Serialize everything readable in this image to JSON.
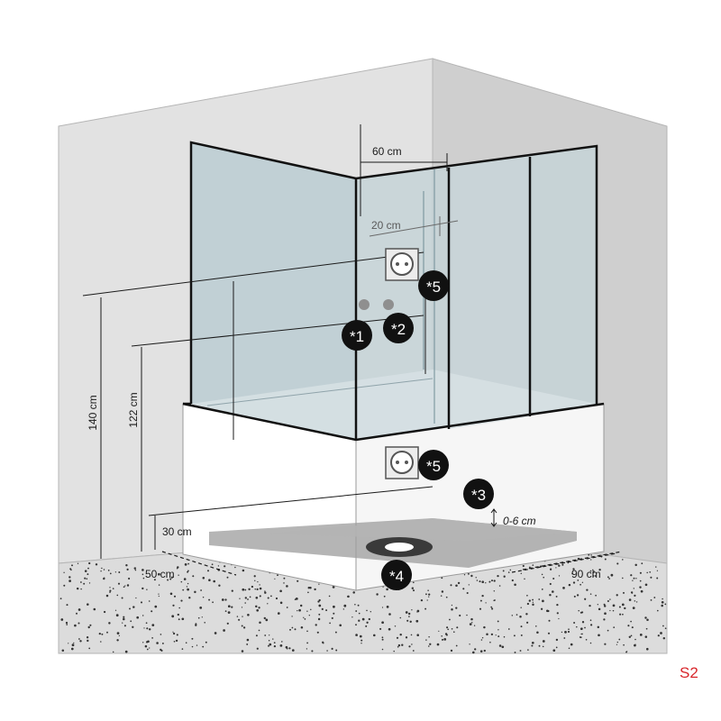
{
  "dimensions": {
    "width_top": "60 cm",
    "offset_socket": "20 cm",
    "height_140": "140 cm",
    "height_122": "122 cm",
    "height_30": "30 cm",
    "depth_50": "50 cm",
    "depth_90": "90 cm",
    "slope": "0-6 cm"
  },
  "markers": {
    "m1": "*1",
    "m2": "*2",
    "m3": "*3",
    "m4": "*4",
    "m5_upper": "*5",
    "m5_lower": "*5"
  },
  "page_label": "S2",
  "colors": {
    "wall": "#e2e2e2",
    "wall_right": "#cfcfcf",
    "glass": "#b9ccd2",
    "frame": "#111111",
    "floor": "#dcdcdc",
    "accent": "#d8262b"
  }
}
